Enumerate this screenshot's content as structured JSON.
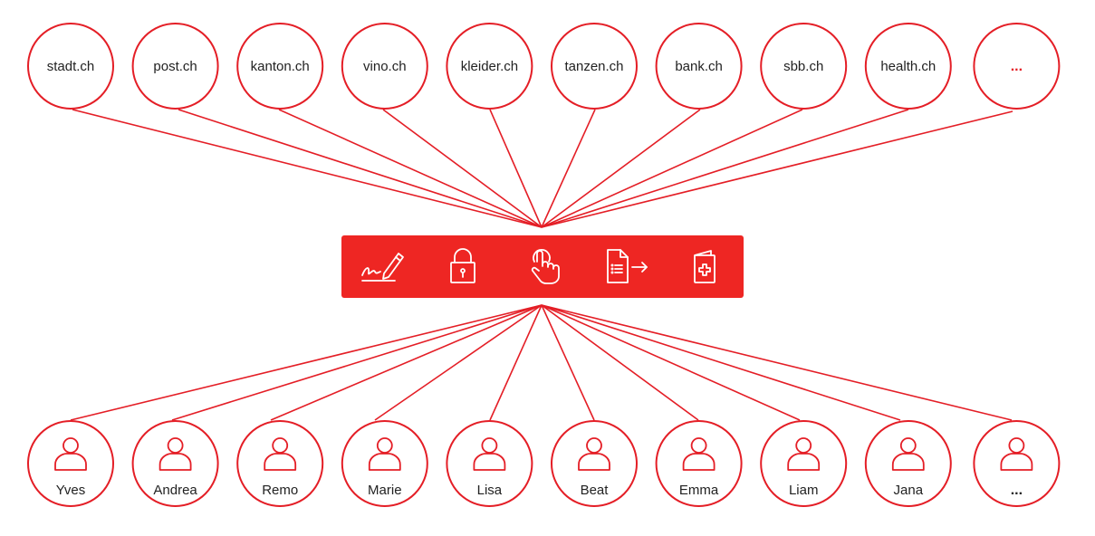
{
  "services": [
    {
      "label": "stadt.ch"
    },
    {
      "label": "post.ch"
    },
    {
      "label": "kanton.ch"
    },
    {
      "label": "vino.ch"
    },
    {
      "label": "kleider.ch"
    },
    {
      "label": "tanzen.ch"
    },
    {
      "label": "bank.ch"
    },
    {
      "label": "sbb.ch"
    },
    {
      "label": "health.ch"
    },
    {
      "label": "..."
    }
  ],
  "users": [
    {
      "name": "Yves"
    },
    {
      "name": "Andrea"
    },
    {
      "name": "Remo"
    },
    {
      "name": "Marie"
    },
    {
      "name": "Lisa"
    },
    {
      "name": "Beat"
    },
    {
      "name": "Emma"
    },
    {
      "name": "Liam"
    },
    {
      "name": "Jana"
    },
    {
      "name": "..."
    }
  ],
  "hub": {
    "icons": [
      "signature-icon",
      "lock-icon",
      "touch-icon",
      "document-transfer-icon",
      "health-card-icon"
    ]
  },
  "colors": {
    "accent": "#e41e26",
    "hub_fill": "#ee2623",
    "text": "#222222",
    "background": "#ffffff"
  }
}
